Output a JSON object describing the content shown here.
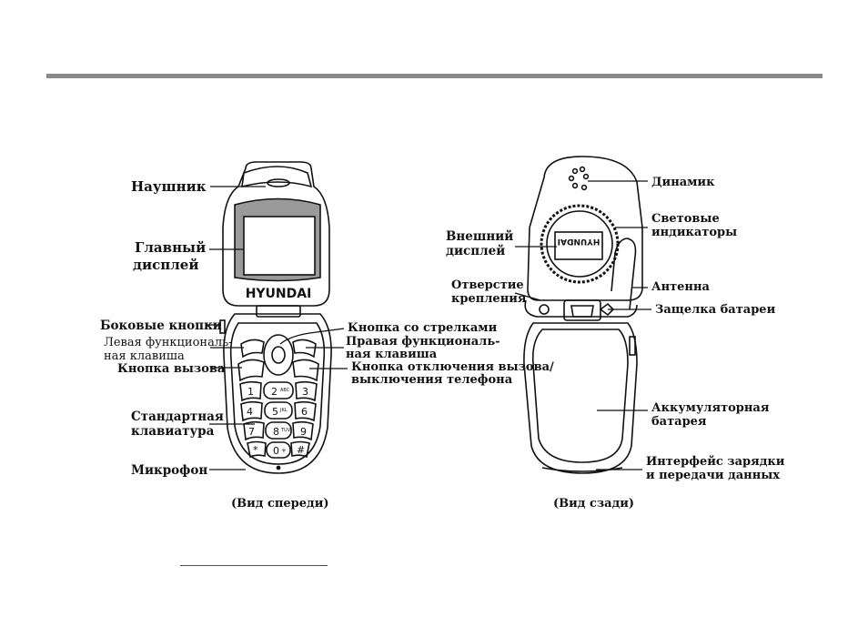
{
  "brand": "HYUNDAI",
  "front": {
    "labels": {
      "earpiece": "Наушник",
      "main_display": [
        "Главный",
        "дисплей"
      ],
      "side_buttons": "Боковые кнопки",
      "left_soft_key": [
        "Левая функциональ-",
        "ная клавиша"
      ],
      "call_button": "Кнопка вызова",
      "standard_keypad": [
        "Стандартная",
        "клавиатура"
      ],
      "microphone": "Микрофон",
      "arrow_button": "Кнопка со стрелками",
      "right_soft_key": [
        "Правая функциональ-",
        "ная клавиша"
      ],
      "end_button": [
        "Кнопка отключения вызова/",
        "выключения телефона"
      ]
    },
    "caption": "(Вид спереди)",
    "keys": [
      "1",
      "2",
      "3",
      "4",
      "5",
      "6",
      "7",
      "8",
      "9",
      "*",
      "0",
      "#"
    ],
    "key_letters": {
      "2": "ABC",
      "5": "JKL",
      "8": "TUV",
      "0": "+"
    }
  },
  "back": {
    "labels": {
      "speaker": "Динамик",
      "external_display": [
        "Внешний",
        "дисплей"
      ],
      "light_indicators": [
        "Световые",
        "индикаторы"
      ],
      "strap_hole": [
        "Отверстие",
        "крепления"
      ],
      "antenna": "Антенна",
      "battery_latch": "Защелка батареи",
      "battery": [
        "Аккумуляторная",
        "батарея"
      ],
      "charge_interface": [
        "Интерфейс зарядки",
        "и передачи данных"
      ]
    },
    "caption": "(Вид сзади)"
  }
}
